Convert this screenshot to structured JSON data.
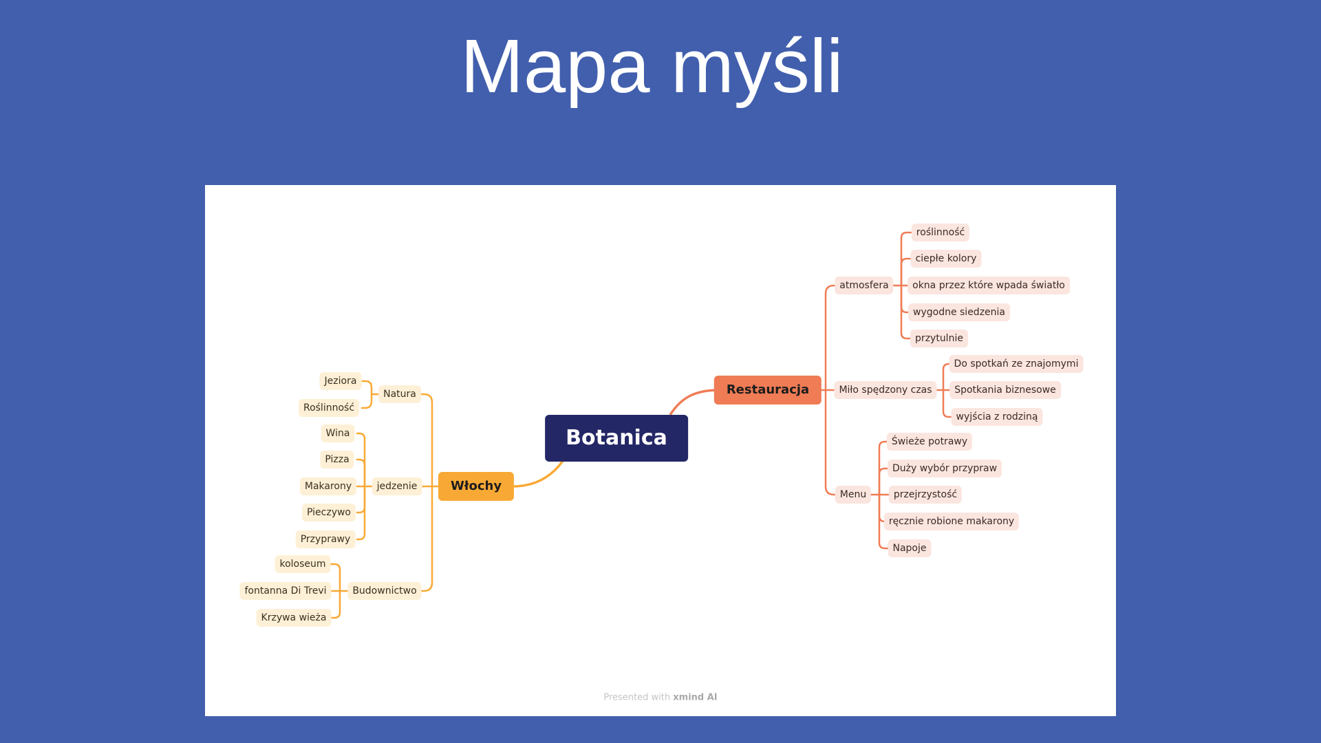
{
  "slide": {
    "title": "Mapa myśli"
  },
  "mindmap": {
    "root": "Botanica",
    "left_branch": {
      "label": "Włochy",
      "color": "#f8a935",
      "natura": {
        "label": "Natura",
        "children": [
          "Jeziora",
          "Roślinność"
        ]
      },
      "jedzenie": {
        "label": "jedzenie",
        "children": [
          "Wina",
          "Pizza",
          "Makarony",
          "Pieczywo",
          "Przyprawy"
        ]
      },
      "budownictwo": {
        "label": "Budownictwo",
        "children": [
          "koloseum",
          "fontanna Di Trevi",
          "Krzywa wieża"
        ]
      }
    },
    "right_branch": {
      "label": "Restauracja",
      "color": "#ef7c55",
      "atmosfera": {
        "label": "atmosfera",
        "children": [
          "roślinność",
          "ciepłe kolory",
          "okna przez które wpada światło",
          "wygodne siedzenia",
          "przytulnie"
        ]
      },
      "milo": {
        "label": "Miło spędzony czas",
        "children": [
          "Do spotkań ze znajomymi",
          "Spotkania biznesowe",
          "wyjścia z rodziną"
        ]
      },
      "menu": {
        "label": "Menu",
        "children": [
          "Świeże potrawy",
          "Duży wybór przypraw",
          "przejrzystość",
          "ręcznie robione makarony",
          "Napoje"
        ]
      }
    }
  },
  "footer": {
    "prefix": "Presented with",
    "brand": "xmind AI"
  },
  "colors": {
    "background": "#425fad",
    "root": "#232766",
    "leaf_orange": "#fdf0d6",
    "leaf_salmon": "#fbe5df"
  }
}
